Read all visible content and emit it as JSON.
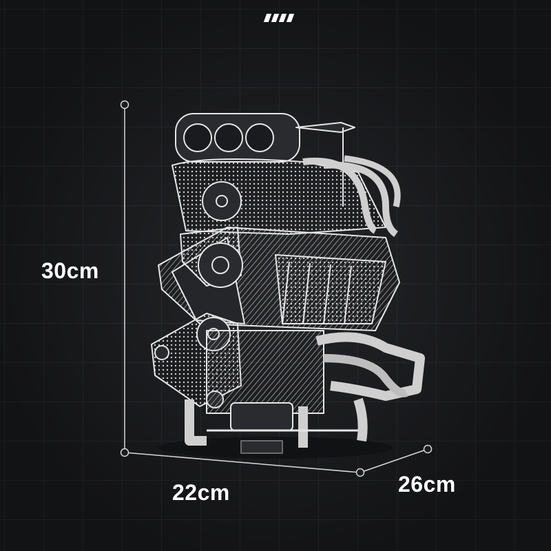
{
  "dimensions": {
    "height_label": "30cm",
    "width_label": "22cm",
    "depth_label": "26cm"
  },
  "product": {
    "name": "engine-model-icon"
  },
  "colors": {
    "background": "#1c1d20",
    "grid": "#2b2c30",
    "line": "#d8d8d8",
    "text": "#ffffff"
  }
}
